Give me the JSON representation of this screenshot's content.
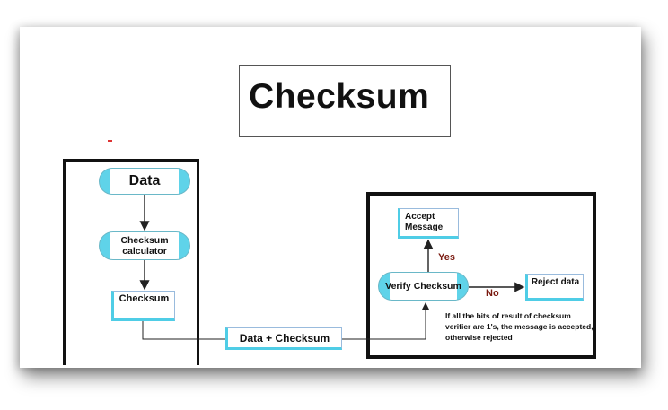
{
  "title": "Checksum",
  "sender": {
    "data": "Data",
    "calculator": "Checksum calculator",
    "checksum": "Checksum"
  },
  "channel": {
    "combined": "Data + Checksum"
  },
  "receiver": {
    "accept": "Accept Message",
    "verify": "Verify Checksum",
    "reject": "Reject data",
    "yes": "Yes",
    "no": "No",
    "note": "If all the bits of result of checksum verifier are 1's, the message is accepted, otherwise rejected"
  },
  "colors": {
    "node_accent": "#5fd3e9",
    "label_red": "#7a1a10"
  }
}
